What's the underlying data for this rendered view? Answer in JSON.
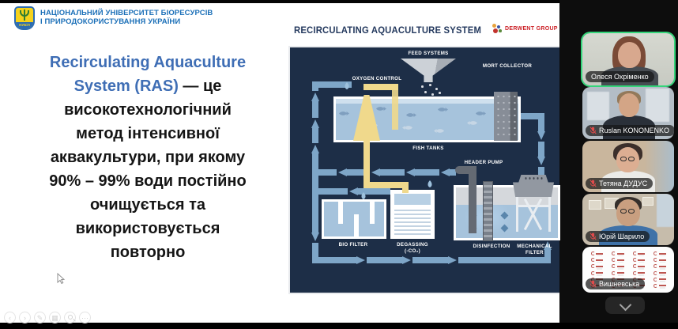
{
  "university": {
    "line1": "НАЦІОНАЛЬНИЙ УНІВЕРСИТЕТ БІОРЕСУРСІВ",
    "line2": "І ПРИРОДОКОРИСТУВАННЯ УКРАЇНИ",
    "emblem_text": "НУБіП",
    "name_color": "#1c70b8"
  },
  "slide": {
    "heading_line1": "Recirculating Aquaculture",
    "heading_line2_accent": "System (RAS)",
    "heading_line2_rest": " — це",
    "body_lines": [
      "високотехнологічний",
      "метод інтенсивної",
      "аквакультури, при якому",
      "90% – 99% води постійно",
      "очищується та",
      "використовується",
      "повторно"
    ],
    "accent_color": "#3f6eb5"
  },
  "diagram": {
    "title": "RECIRCULATING AQUACULTURE SYSTEM",
    "brand": "DERWENT GROUP",
    "labels": {
      "feed": "FEED SYSTEMS",
      "oxygen": "OXYGEN CONTROL",
      "mort": "MORT COLLECTOR",
      "fish": "FISH TANKS",
      "pump": "HEADER PUMP",
      "bio": "BIO FILTER",
      "degassing": "DEGASSING",
      "degassing2": "(-CO₂)",
      "disinfection": "DISINFECTION",
      "mech1": "MECHANICAL",
      "mech2": "FILTER"
    },
    "colors": {
      "panel": "#1d2e47",
      "pipe": "#7ea6c8",
      "water": "#a6c3dc",
      "oxygen_yellow": "#f0d98c"
    }
  },
  "meeting": {
    "active_speaker_border": "#35d57a",
    "participants": [
      {
        "name": "Олеся Охріменко",
        "muted": false,
        "active": true
      },
      {
        "name": "Ruslan KONONENKO",
        "muted": true,
        "active": false
      },
      {
        "name": "Тетяна ДУДУС",
        "muted": true,
        "active": false
      },
      {
        "name": "Юрій Шарило",
        "muted": true,
        "active": false
      },
      {
        "name": "Вишневська",
        "muted": true,
        "active": false
      }
    ]
  },
  "presenter_controls": {
    "prev": "‹",
    "next": "›",
    "pen": "✎",
    "all_slides": "▦",
    "more": "⋯"
  }
}
